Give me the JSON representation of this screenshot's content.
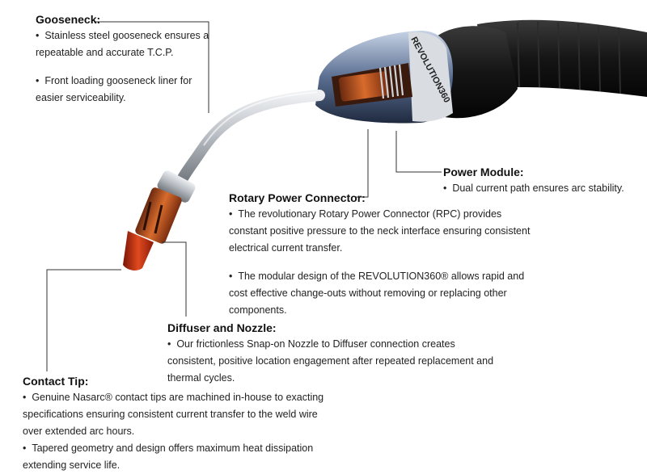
{
  "brand_text": "REVOLUTION360",
  "callouts": {
    "gooseneck": {
      "title": "Gooseneck:",
      "bullets": [
        "Stainless steel gooseneck ensures a repeatable and accurate T.C.P.",
        "Front loading gooseneck liner for easier serviceability."
      ]
    },
    "power_module": {
      "title": "Power Module:",
      "bullets": [
        "Dual current path ensures arc stability."
      ]
    },
    "rotary_power_connector": {
      "title": "Rotary Power Connector:",
      "bullets": [
        "The revolutionary Rotary Power Connector (RPC) provides constant positive pressure to the neck interface ensuring consistent electrical current transfer.",
        "The modular design of the REVOLUTION360® allows rapid and cost effective change-outs without removing or replacing other components."
      ]
    },
    "diffuser_nozzle": {
      "title": "Diffuser and Nozzle:",
      "bullets": [
        "Our frictionless Snap-on Nozzle to Diffuser connection creates consistent, positive location engagement after repeated replacement and thermal cycles."
      ]
    },
    "contact_tip": {
      "title": "Contact Tip:",
      "bullets": [
        "Genuine Nasarc® contact tips are machined in-house  to exacting specifications ensuring consistent current transfer to the weld wire over extended arc hours.",
        "Tapered geometry and design offers maximum heat dissipation extending service life."
      ]
    }
  }
}
